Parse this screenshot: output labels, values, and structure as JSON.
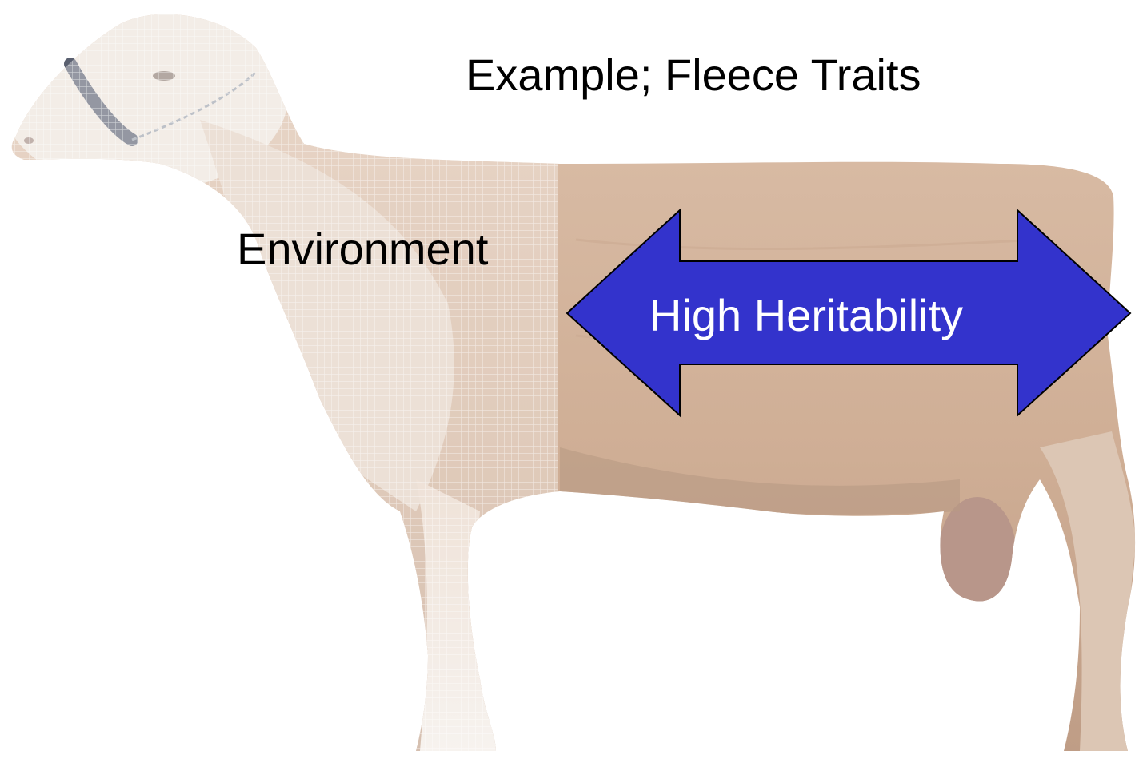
{
  "slide": {
    "title": "Example; Fleece Traits",
    "environment_label": "Environment",
    "heritability_label": "High Heritability"
  },
  "photo": {
    "subject_icon": "sheep-photo",
    "left_region": "environment-overlay",
    "right_region": "heritability-region"
  },
  "colors": {
    "arrow_fill": "#3333cc",
    "arrow_stroke": "#000000",
    "arrow_text": "#ffffff",
    "text": "#000000",
    "fleece_light": "#e8ddd2",
    "fleece_tan": "#d8b9a0",
    "overlay_grid": "#ffffff"
  }
}
